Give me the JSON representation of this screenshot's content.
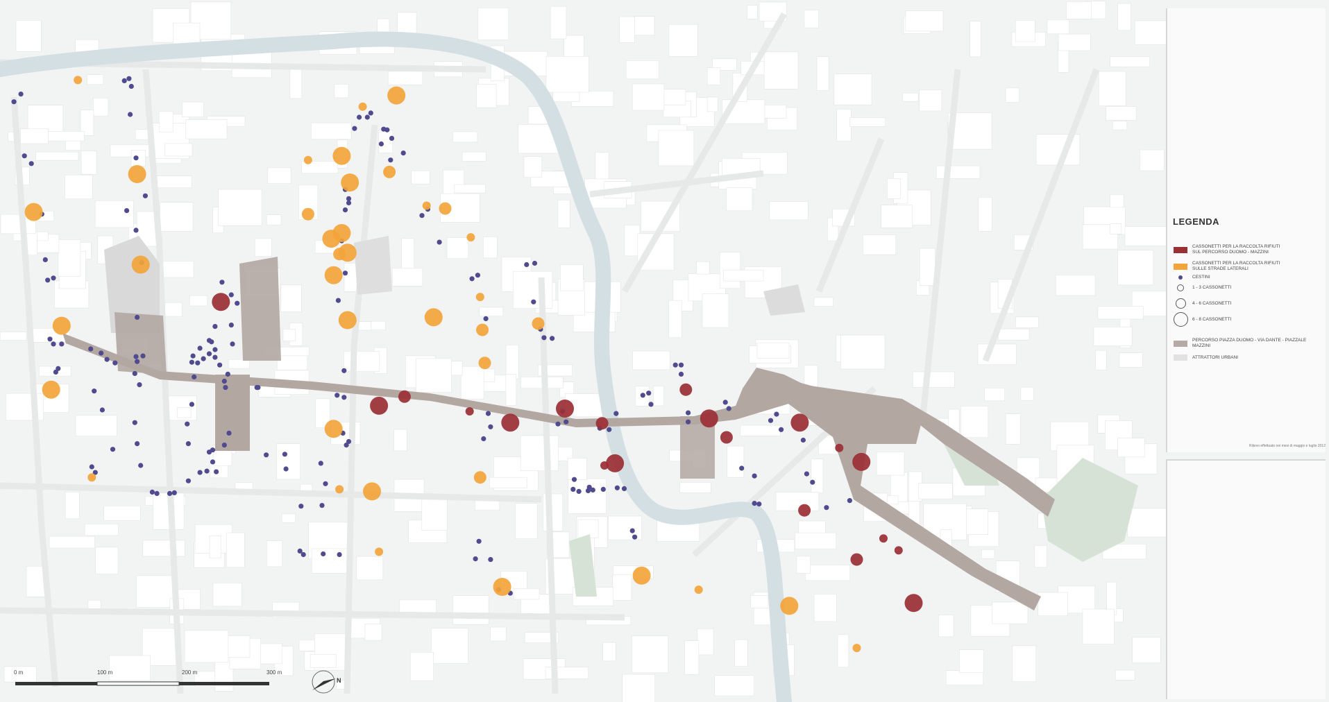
{
  "legend": {
    "title": "LEGENDA",
    "items": [
      {
        "label": "CASSONETTI PER LA RACCOLTA RIFIUTI SUL PERCORSO DUOMO - MAZZINI",
        "symbol": "red-swatch"
      },
      {
        "label": "CASSONETTI PER LA RACCOLTA RIFIUTI SULLE STRADE LATERALI",
        "symbol": "orange-swatch"
      },
      {
        "label": "CESTINI",
        "symbol": "blue-dot"
      },
      {
        "label": "1 - 3 CASSONETTI",
        "symbol": "small-circle"
      },
      {
        "label": "4 - 6 CASSONETTI",
        "symbol": "medium-circle"
      },
      {
        "label": "6 - 8 CASSONETTI",
        "symbol": "large-circle"
      },
      {
        "label": "PERCORSO PIAZZA DUOMO - VIA DANTE - PIAZZALE MAZZINI",
        "symbol": "route-swatch"
      },
      {
        "label": "ATTRATTORI URBANI",
        "symbol": "attractor-swatch"
      }
    ],
    "note": "Rilievo effettuato nei mesi di maggio e luglio 2012"
  },
  "scale": {
    "labels": [
      "0 m",
      "100 m",
      "200 m",
      "300 m"
    ]
  },
  "north": {
    "label": "N",
    "icon": "north-arrow-icon"
  },
  "colors": {
    "background": "#f2f3f3",
    "building": "#ffffff",
    "canal": "#d3dfe2",
    "route": "#b3a7a2",
    "bins_route": "#9b2f36",
    "bins_side": "#f3a43a",
    "cestini": "#4f4b8e",
    "park": "#cfdccf"
  },
  "markers": {
    "red_containers": [
      {
        "lon": 0.19,
        "lat": 0.57,
        "size": "large"
      },
      {
        "lon": 0.326,
        "lat": 0.422,
        "size": "large"
      },
      {
        "lon": 0.348,
        "lat": 0.435,
        "size": "medium"
      },
      {
        "lon": 0.404,
        "lat": 0.414,
        "size": "small"
      },
      {
        "lon": 0.439,
        "lat": 0.398,
        "size": "large"
      },
      {
        "lon": 0.486,
        "lat": 0.418,
        "size": "large"
      },
      {
        "lon": 0.518,
        "lat": 0.397,
        "size": "medium"
      },
      {
        "lon": 0.529,
        "lat": 0.34,
        "size": "large"
      },
      {
        "lon": 0.52,
        "lat": 0.337,
        "size": "small"
      },
      {
        "lon": 0.59,
        "lat": 0.445,
        "size": "medium"
      },
      {
        "lon": 0.61,
        "lat": 0.404,
        "size": "large"
      },
      {
        "lon": 0.625,
        "lat": 0.377,
        "size": "medium"
      },
      {
        "lon": 0.688,
        "lat": 0.398,
        "size": "large"
      },
      {
        "lon": 0.722,
        "lat": 0.362,
        "size": "small"
      },
      {
        "lon": 0.741,
        "lat": 0.342,
        "size": "large"
      },
      {
        "lon": 0.692,
        "lat": 0.273,
        "size": "medium"
      },
      {
        "lon": 0.737,
        "lat": 0.203,
        "size": "medium"
      },
      {
        "lon": 0.76,
        "lat": 0.233,
        "size": "small"
      },
      {
        "lon": 0.773,
        "lat": 0.216,
        "size": "small"
      },
      {
        "lon": 0.786,
        "lat": 0.141,
        "size": "large"
      }
    ],
    "orange_containers": [
      {
        "lon": 0.067,
        "lat": 0.886,
        "size": "small"
      },
      {
        "lon": 0.341,
        "lat": 0.864,
        "size": "large"
      },
      {
        "lon": 0.312,
        "lat": 0.848,
        "size": "small"
      },
      {
        "lon": 0.118,
        "lat": 0.752,
        "size": "large"
      },
      {
        "lon": 0.029,
        "lat": 0.698,
        "size": "large"
      },
      {
        "lon": 0.294,
        "lat": 0.778,
        "size": "large"
      },
      {
        "lon": 0.265,
        "lat": 0.772,
        "size": "small"
      },
      {
        "lon": 0.301,
        "lat": 0.74,
        "size": "large"
      },
      {
        "lon": 0.335,
        "lat": 0.755,
        "size": "medium"
      },
      {
        "lon": 0.367,
        "lat": 0.707,
        "size": "small"
      },
      {
        "lon": 0.383,
        "lat": 0.703,
        "size": "medium"
      },
      {
        "lon": 0.405,
        "lat": 0.662,
        "size": "small"
      },
      {
        "lon": 0.294,
        "lat": 0.668,
        "size": "large"
      },
      {
        "lon": 0.292,
        "lat": 0.638,
        "size": "medium"
      },
      {
        "lon": 0.285,
        "lat": 0.66,
        "size": "large"
      },
      {
        "lon": 0.299,
        "lat": 0.64,
        "size": "large"
      },
      {
        "lon": 0.287,
        "lat": 0.608,
        "size": "large"
      },
      {
        "lon": 0.265,
        "lat": 0.695,
        "size": "medium"
      },
      {
        "lon": 0.121,
        "lat": 0.623,
        "size": "large"
      },
      {
        "lon": 0.053,
        "lat": 0.536,
        "size": "large"
      },
      {
        "lon": 0.299,
        "lat": 0.544,
        "size": "large"
      },
      {
        "lon": 0.373,
        "lat": 0.548,
        "size": "large"
      },
      {
        "lon": 0.413,
        "lat": 0.577,
        "size": "small"
      },
      {
        "lon": 0.463,
        "lat": 0.539,
        "size": "medium"
      },
      {
        "lon": 0.415,
        "lat": 0.53,
        "size": "medium"
      },
      {
        "lon": 0.417,
        "lat": 0.483,
        "size": "medium"
      },
      {
        "lon": 0.044,
        "lat": 0.445,
        "size": "large"
      },
      {
        "lon": 0.287,
        "lat": 0.389,
        "size": "large"
      },
      {
        "lon": 0.079,
        "lat": 0.32,
        "size": "small"
      },
      {
        "lon": 0.292,
        "lat": 0.303,
        "size": "small"
      },
      {
        "lon": 0.32,
        "lat": 0.3,
        "size": "large"
      },
      {
        "lon": 0.413,
        "lat": 0.32,
        "size": "medium"
      },
      {
        "lon": 0.326,
        "lat": 0.214,
        "size": "small"
      },
      {
        "lon": 0.432,
        "lat": 0.164,
        "size": "large"
      },
      {
        "lon": 0.552,
        "lat": 0.18,
        "size": "large"
      },
      {
        "lon": 0.601,
        "lat": 0.16,
        "size": "small"
      },
      {
        "lon": 0.679,
        "lat": 0.137,
        "size": "large"
      },
      {
        "lon": 0.737,
        "lat": 0.077,
        "size": "small"
      }
    ],
    "cestini": [
      {
        "lon": 0.012,
        "lat": 0.855
      },
      {
        "lon": 0.018,
        "lat": 0.866
      },
      {
        "lon": 0.021,
        "lat": 0.778
      },
      {
        "lon": 0.027,
        "lat": 0.767
      },
      {
        "lon": 0.036,
        "lat": 0.695
      },
      {
        "lon": 0.039,
        "lat": 0.63
      },
      {
        "lon": 0.041,
        "lat": 0.601
      },
      {
        "lon": 0.046,
        "lat": 0.604
      },
      {
        "lon": 0.043,
        "lat": 0.517
      },
      {
        "lon": 0.046,
        "lat": 0.51
      },
      {
        "lon": 0.048,
        "lat": 0.47
      },
      {
        "lon": 0.053,
        "lat": 0.51
      },
      {
        "lon": 0.05,
        "lat": 0.475
      },
      {
        "lon": 0.078,
        "lat": 0.503
      },
      {
        "lon": 0.087,
        "lat": 0.497
      },
      {
        "lon": 0.092,
        "lat": 0.488
      },
      {
        "lon": 0.099,
        "lat": 0.483
      },
      {
        "lon": 0.118,
        "lat": 0.485
      },
      {
        "lon": 0.081,
        "lat": 0.443
      },
      {
        "lon": 0.088,
        "lat": 0.416
      },
      {
        "lon": 0.082,
        "lat": 0.327
      },
      {
        "lon": 0.079,
        "lat": 0.335
      },
      {
        "lon": 0.097,
        "lat": 0.36
      },
      {
        "lon": 0.107,
        "lat": 0.885
      },
      {
        "lon": 0.111,
        "lat": 0.888
      },
      {
        "lon": 0.113,
        "lat": 0.877
      },
      {
        "lon": 0.112,
        "lat": 0.837
      },
      {
        "lon": 0.117,
        "lat": 0.775
      },
      {
        "lon": 0.125,
        "lat": 0.721
      },
      {
        "lon": 0.109,
        "lat": 0.7
      },
      {
        "lon": 0.117,
        "lat": 0.672
      },
      {
        "lon": 0.122,
        "lat": 0.626
      },
      {
        "lon": 0.118,
        "lat": 0.548
      },
      {
        "lon": 0.117,
        "lat": 0.492
      },
      {
        "lon": 0.123,
        "lat": 0.493
      },
      {
        "lon": 0.116,
        "lat": 0.468
      },
      {
        "lon": 0.12,
        "lat": 0.452
      },
      {
        "lon": 0.116,
        "lat": 0.398
      },
      {
        "lon": 0.118,
        "lat": 0.368
      },
      {
        "lon": 0.121,
        "lat": 0.337
      },
      {
        "lon": 0.131,
        "lat": 0.299
      },
      {
        "lon": 0.135,
        "lat": 0.297
      },
      {
        "lon": 0.146,
        "lat": 0.297
      },
      {
        "lon": 0.15,
        "lat": 0.298
      },
      {
        "lon": 0.162,
        "lat": 0.315
      },
      {
        "lon": 0.172,
        "lat": 0.327
      },
      {
        "lon": 0.178,
        "lat": 0.329
      },
      {
        "lon": 0.186,
        "lat": 0.328
      },
      {
        "lon": 0.183,
        "lat": 0.342
      },
      {
        "lon": 0.18,
        "lat": 0.356
      },
      {
        "lon": 0.183,
        "lat": 0.359
      },
      {
        "lon": 0.193,
        "lat": 0.366
      },
      {
        "lon": 0.197,
        "lat": 0.383
      },
      {
        "lon": 0.162,
        "lat": 0.368
      },
      {
        "lon": 0.161,
        "lat": 0.396
      },
      {
        "lon": 0.165,
        "lat": 0.424
      },
      {
        "lon": 0.167,
        "lat": 0.463
      },
      {
        "lon": 0.165,
        "lat": 0.484
      },
      {
        "lon": 0.166,
        "lat": 0.493
      },
      {
        "lon": 0.17,
        "lat": 0.483
      },
      {
        "lon": 0.172,
        "lat": 0.504
      },
      {
        "lon": 0.18,
        "lat": 0.496
      },
      {
        "lon": 0.185,
        "lat": 0.491
      },
      {
        "lon": 0.182,
        "lat": 0.513
      },
      {
        "lon": 0.189,
        "lat": 0.48
      },
      {
        "lon": 0.193,
        "lat": 0.457
      },
      {
        "lon": 0.196,
        "lat": 0.467
      },
      {
        "lon": 0.194,
        "lat": 0.448
      },
      {
        "lon": 0.2,
        "lat": 0.51
      },
      {
        "lon": 0.199,
        "lat": 0.537
      },
      {
        "lon": 0.204,
        "lat": 0.568
      },
      {
        "lon": 0.199,
        "lat": 0.58
      },
      {
        "lon": 0.191,
        "lat": 0.598
      },
      {
        "lon": 0.185,
        "lat": 0.535
      },
      {
        "lon": 0.185,
        "lat": 0.502
      },
      {
        "lon": 0.18,
        "lat": 0.515
      },
      {
        "lon": 0.175,
        "lat": 0.489
      },
      {
        "lon": 0.222,
        "lat": 0.448
      },
      {
        "lon": 0.221,
        "lat": 0.448
      },
      {
        "lon": 0.229,
        "lat": 0.352
      },
      {
        "lon": 0.245,
        "lat": 0.353
      },
      {
        "lon": 0.246,
        "lat": 0.332
      },
      {
        "lon": 0.258,
        "lat": 0.215
      },
      {
        "lon": 0.261,
        "lat": 0.21
      },
      {
        "lon": 0.278,
        "lat": 0.211
      },
      {
        "lon": 0.292,
        "lat": 0.21
      },
      {
        "lon": 0.259,
        "lat": 0.279
      },
      {
        "lon": 0.277,
        "lat": 0.28
      },
      {
        "lon": 0.28,
        "lat": 0.311
      },
      {
        "lon": 0.276,
        "lat": 0.34
      },
      {
        "lon": 0.29,
        "lat": 0.437
      },
      {
        "lon": 0.296,
        "lat": 0.434
      },
      {
        "lon": 0.295,
        "lat": 0.383
      },
      {
        "lon": 0.3,
        "lat": 0.371
      },
      {
        "lon": 0.298,
        "lat": 0.366
      },
      {
        "lon": 0.296,
        "lat": 0.472
      },
      {
        "lon": 0.291,
        "lat": 0.572
      },
      {
        "lon": 0.297,
        "lat": 0.611
      },
      {
        "lon": 0.294,
        "lat": 0.657
      },
      {
        "lon": 0.297,
        "lat": 0.701
      },
      {
        "lon": 0.3,
        "lat": 0.711
      },
      {
        "lon": 0.3,
        "lat": 0.717
      },
      {
        "lon": 0.297,
        "lat": 0.73
      },
      {
        "lon": 0.305,
        "lat": 0.817
      },
      {
        "lon": 0.309,
        "lat": 0.833
      },
      {
        "lon": 0.316,
        "lat": 0.833
      },
      {
        "lon": 0.319,
        "lat": 0.839
      },
      {
        "lon": 0.33,
        "lat": 0.816
      },
      {
        "lon": 0.333,
        "lat": 0.815
      },
      {
        "lon": 0.337,
        "lat": 0.803
      },
      {
        "lon": 0.328,
        "lat": 0.795
      },
      {
        "lon": 0.336,
        "lat": 0.772
      },
      {
        "lon": 0.347,
        "lat": 0.782
      },
      {
        "lon": 0.363,
        "lat": 0.693
      },
      {
        "lon": 0.368,
        "lat": 0.702
      },
      {
        "lon": 0.378,
        "lat": 0.655
      },
      {
        "lon": 0.406,
        "lat": 0.603
      },
      {
        "lon": 0.411,
        "lat": 0.608
      },
      {
        "lon": 0.418,
        "lat": 0.546
      },
      {
        "lon": 0.42,
        "lat": 0.411
      },
      {
        "lon": 0.422,
        "lat": 0.392
      },
      {
        "lon": 0.416,
        "lat": 0.375
      },
      {
        "lon": 0.412,
        "lat": 0.229
      },
      {
        "lon": 0.422,
        "lat": 0.203
      },
      {
        "lon": 0.409,
        "lat": 0.204
      },
      {
        "lon": 0.429,
        "lat": 0.16
      },
      {
        "lon": 0.439,
        "lat": 0.155
      },
      {
        "lon": 0.453,
        "lat": 0.623
      },
      {
        "lon": 0.46,
        "lat": 0.625
      },
      {
        "lon": 0.459,
        "lat": 0.57
      },
      {
        "lon": 0.465,
        "lat": 0.531
      },
      {
        "lon": 0.468,
        "lat": 0.519
      },
      {
        "lon": 0.475,
        "lat": 0.518
      },
      {
        "lon": 0.484,
        "lat": 0.414
      },
      {
        "lon": 0.48,
        "lat": 0.396
      },
      {
        "lon": 0.487,
        "lat": 0.399
      },
      {
        "lon": 0.493,
        "lat": 0.303
      },
      {
        "lon": 0.494,
        "lat": 0.317
      },
      {
        "lon": 0.498,
        "lat": 0.3
      },
      {
        "lon": 0.506,
        "lat": 0.301
      },
      {
        "lon": 0.507,
        "lat": 0.306
      },
      {
        "lon": 0.51,
        "lat": 0.302
      },
      {
        "lon": 0.519,
        "lat": 0.303
      },
      {
        "lon": 0.516,
        "lat": 0.39
      },
      {
        "lon": 0.524,
        "lat": 0.388
      },
      {
        "lon": 0.53,
        "lat": 0.411
      },
      {
        "lon": 0.531,
        "lat": 0.305
      },
      {
        "lon": 0.537,
        "lat": 0.304
      },
      {
        "lon": 0.544,
        "lat": 0.244
      },
      {
        "lon": 0.546,
        "lat": 0.235
      },
      {
        "lon": 0.553,
        "lat": 0.437
      },
      {
        "lon": 0.558,
        "lat": 0.44
      },
      {
        "lon": 0.56,
        "lat": 0.424
      },
      {
        "lon": 0.581,
        "lat": 0.48
      },
      {
        "lon": 0.586,
        "lat": 0.48
      },
      {
        "lon": 0.586,
        "lat": 0.467
      },
      {
        "lon": 0.592,
        "lat": 0.412
      },
      {
        "lon": 0.592,
        "lat": 0.399
      },
      {
        "lon": 0.624,
        "lat": 0.427
      },
      {
        "lon": 0.627,
        "lat": 0.418
      },
      {
        "lon": 0.638,
        "lat": 0.333
      },
      {
        "lon": 0.649,
        "lat": 0.322
      },
      {
        "lon": 0.649,
        "lat": 0.283
      },
      {
        "lon": 0.653,
        "lat": 0.282
      },
      {
        "lon": 0.663,
        "lat": 0.401
      },
      {
        "lon": 0.668,
        "lat": 0.41
      },
      {
        "lon": 0.672,
        "lat": 0.388
      },
      {
        "lon": 0.691,
        "lat": 0.373
      },
      {
        "lon": 0.694,
        "lat": 0.325
      },
      {
        "lon": 0.699,
        "lat": 0.313
      },
      {
        "lon": 0.711,
        "lat": 0.277
      },
      {
        "lon": 0.731,
        "lat": 0.287
      }
    ]
  }
}
